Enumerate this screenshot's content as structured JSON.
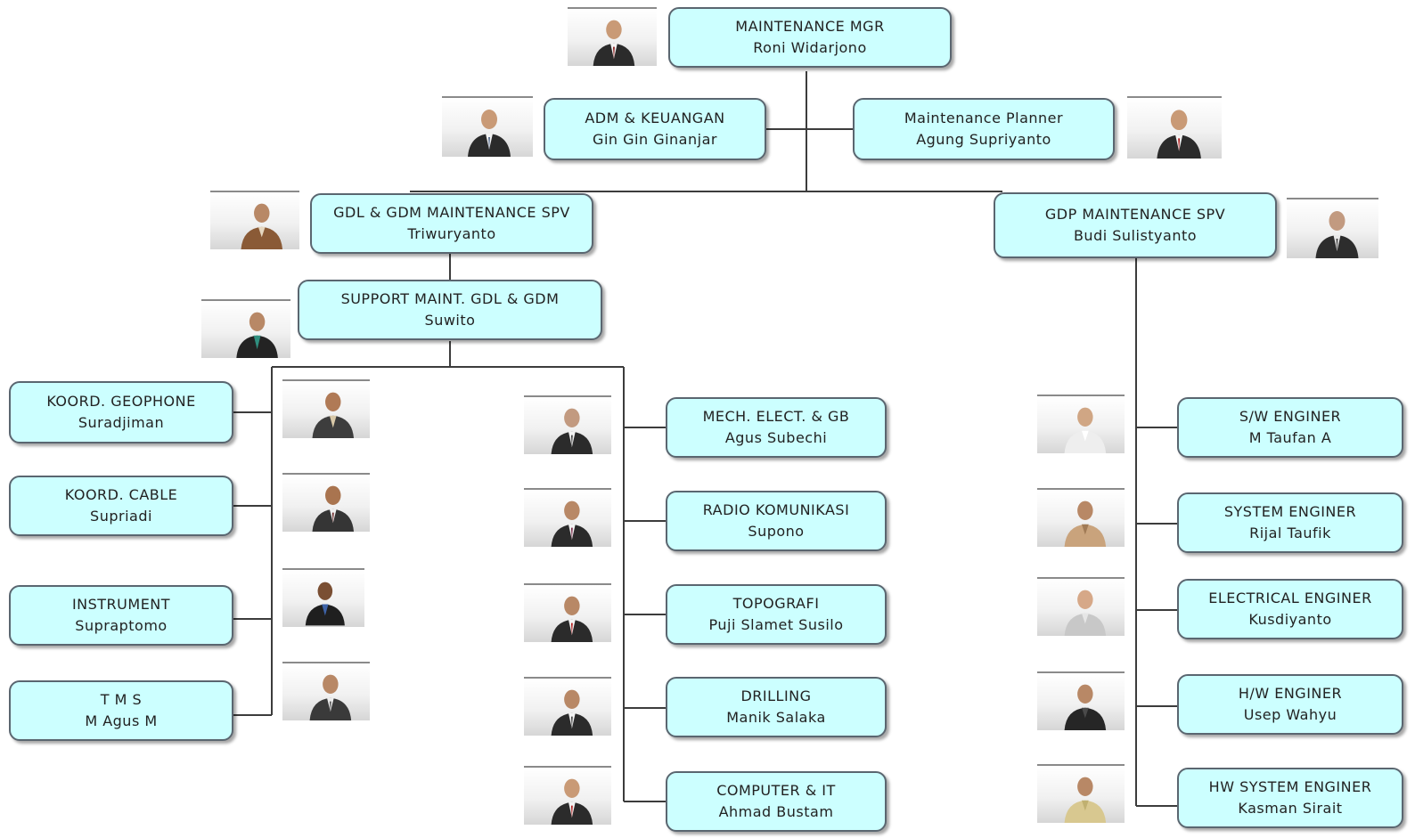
{
  "nodes": {
    "manager": {
      "title": "MAINTENANCE MGR",
      "name": "Roni Widarjono"
    },
    "adm": {
      "title": "ADM & KEUANGAN",
      "name": "Gin Gin Ginanjar"
    },
    "planner": {
      "title": "Maintenance Planner",
      "name": "Agung Supriyanto"
    },
    "gdl_spv": {
      "title": "GDL & GDM  MAINTENANCE SPV",
      "name": "Triwuryanto"
    },
    "gdp_spv": {
      "title": "GDP MAINTENANCE SPV",
      "name": "Budi Sulistyanto"
    },
    "support": {
      "title": "SUPPORT  MAINT. GDL & GDM",
      "name": "Suwito"
    },
    "geophone": {
      "title": "KOORD.  GEOPHONE",
      "name": "Suradjiman"
    },
    "cable": {
      "title": "KOORD.  CABLE",
      "name": "Supriadi"
    },
    "instrument": {
      "title": "INSTRUMENT",
      "name": "Supraptomo"
    },
    "tms": {
      "title": "T M S",
      "name": "M Agus M"
    },
    "mech": {
      "title": "MECH. ELECT. & GB",
      "name": "Agus Subechi"
    },
    "radio": {
      "title": "RADIO KOMUNIKASI",
      "name": "Supono"
    },
    "topografi": {
      "title": "TOPOGRAFI",
      "name": "Puji Slamet Susilo"
    },
    "drilling": {
      "title": "DRILLING",
      "name": "Manik Salaka"
    },
    "computer": {
      "title": "COMPUTER  &  IT",
      "name": "Ahmad Bustam"
    },
    "sw_eng": {
      "title": "S/W  ENGINER",
      "name": "M Taufan  A"
    },
    "sys_eng": {
      "title": "SYSTEM  ENGINER",
      "name": "Rijal Taufik"
    },
    "elec_eng": {
      "title": "ELECTRICAL ENGINER",
      "name": "Kusdiyanto"
    },
    "hw_eng": {
      "title": "H/W  ENGINER",
      "name": "Usep Wahyu"
    },
    "hw_sys_eng": {
      "title": "HW  SYSTEM  ENGINER",
      "name": "Kasman Sirait"
    }
  },
  "colors": {
    "box_fill": "#ccffff",
    "box_border": "#5a6670",
    "connector": "#3c3c3c",
    "text": "#222222"
  },
  "photo_icon": "person-portrait-icon"
}
